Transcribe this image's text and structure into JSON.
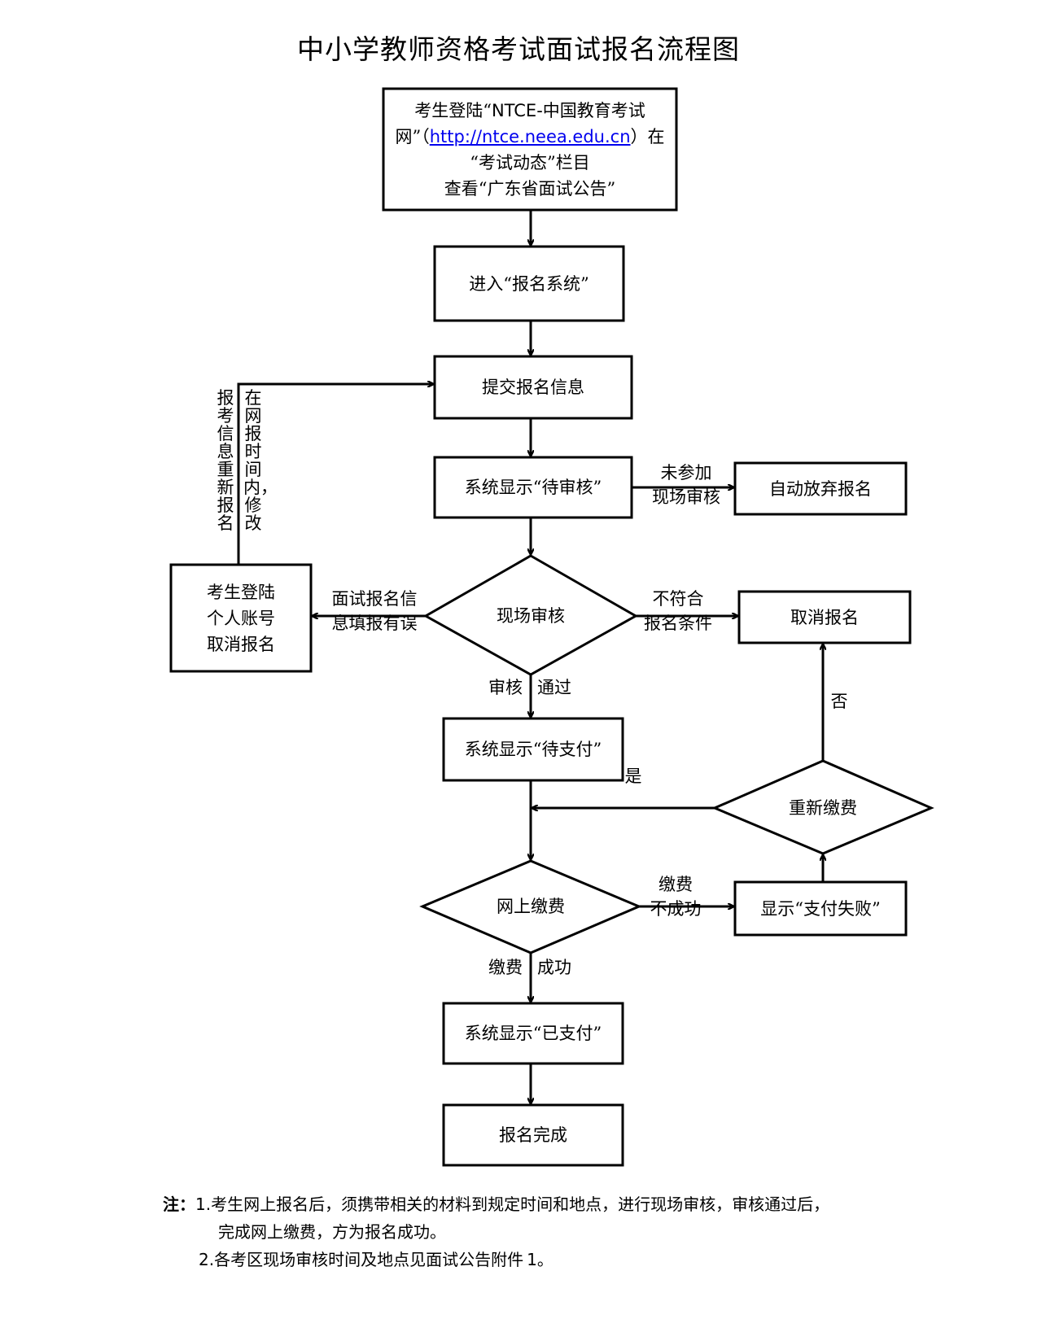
{
  "title": "中小学教师资格考试面试报名流程图",
  "nodes": {
    "start": {
      "line1": "考生登陆“",
      "line1_b": "NTCE-",
      "line1_c": "中国教育考试",
      "line2_a": "网”（",
      "line2_link": "http://ntce.neea.edu.cn",
      "line2_c": "）在",
      "line3": "“考试动态”栏目",
      "line4": "查看“广东省面试公告”"
    },
    "enter": "进入“报名系统”",
    "submit": "提交报名信息",
    "pending_review": "系统显示“待审核”",
    "auto_abandon": "自动放弃报名",
    "onsite_review": "现场审核",
    "cancel_left": [
      "考生登陆",
      "个人账号",
      "取消报名"
    ],
    "cancel_right": "取消报名",
    "pending_pay": "系统显示“待支付”",
    "repay": "重新缴费",
    "online_pay": "网上缴费",
    "pay_failed": "显示“支付失败”",
    "paid": "系统显示“已支付”",
    "done": "报名完成"
  },
  "edge_labels": {
    "not_attend": [
      "未参加",
      "现场审核"
    ],
    "info_error": [
      "面试报名信",
      "息填报有误"
    ],
    "not_qualified": [
      "不符合",
      "报名条件"
    ],
    "review_pass": [
      "审核",
      "通过"
    ],
    "no": "否",
    "yes": "是",
    "pay_fail": [
      "缴费",
      "不成功"
    ],
    "pay_success": [
      "缴费",
      "成功"
    ],
    "modify_left": "报考信息重新报名",
    "modify_right": "在网报时间内，修改"
  },
  "notes": {
    "prefix": "注：",
    "n1_num": "1.",
    "n1": "考生网上报名后，须携带相关的材料到规定时间和地点，进行现场审核，审核通过后，",
    "n1_cont": "完成网上缴费，方为报名成功。",
    "n2_num": "2.",
    "n2": "各考区现场审核时间及地点见面试公告附件",
    "n2_end": "1。"
  }
}
